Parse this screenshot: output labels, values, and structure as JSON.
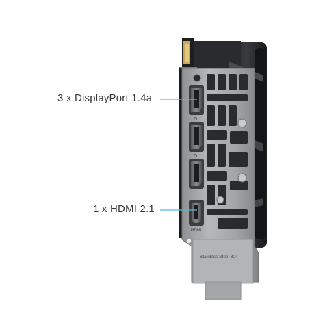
{
  "callouts": {
    "displayport": "3 x DisplayPort 1.4a",
    "hdmi": "1 x HDMI 2.1"
  },
  "bracket": {
    "engraving": "Stainless Steel 304",
    "hdmi_mark": "HDMI",
    "dp_mark": "D"
  },
  "colors": {
    "callout_line": "#5bb8d6",
    "bracket": "#a9a9ab",
    "card_body": "#2b2c2f",
    "pcb_gold": "#c9a85a"
  }
}
